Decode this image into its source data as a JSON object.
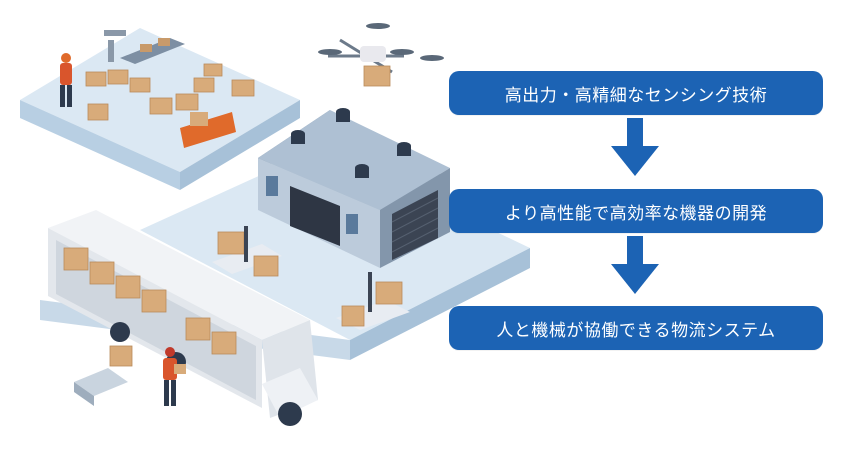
{
  "flow": {
    "steps": [
      {
        "label": "高出力・高精細なセンシング技術"
      },
      {
        "label": "より高性能で高効率な機器の開発"
      },
      {
        "label": "人と機械が協働できる物流システム"
      }
    ],
    "arrow_color": "#1c63b4",
    "box_color": "#1c63b4"
  },
  "illustration": {
    "scenes": [
      "picking-area",
      "warehouse",
      "forklifts",
      "truck-loading",
      "drone-delivery"
    ]
  }
}
